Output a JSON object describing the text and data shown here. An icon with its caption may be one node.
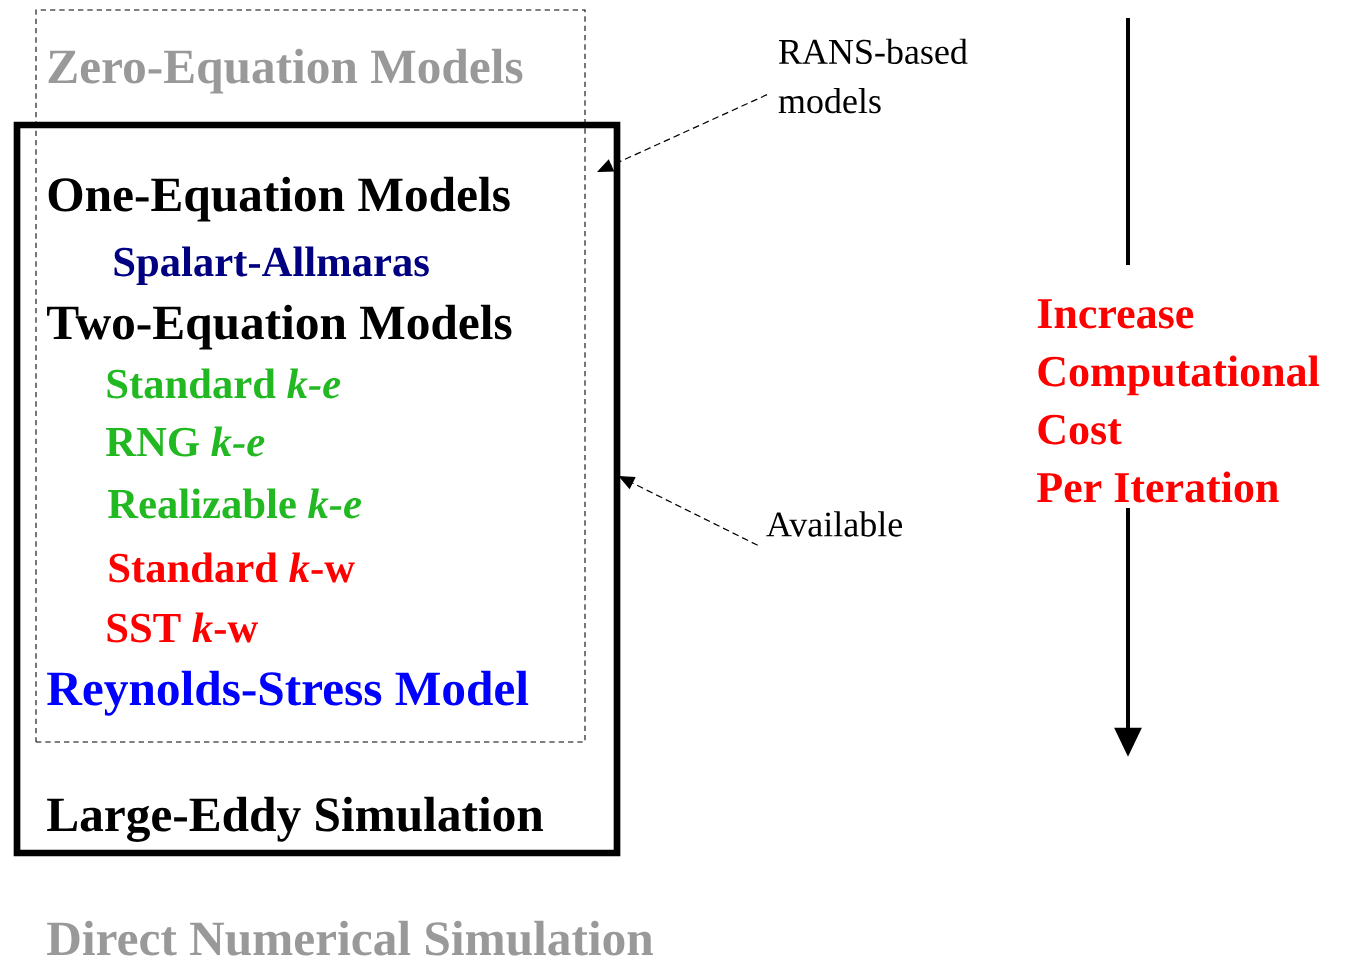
{
  "diagram": {
    "nodes": [
      {
        "text": [],
        "shape": "box"
      },
      {
        "text": [],
        "shape": "box"
      },
      {
        "text": [
          "RANS-based models"
        ]
      },
      {
        "text": [
          "Available"
        ]
      }
    ],
    "edges": [
      {
        "from": 2,
        "to": 0,
        "arrow": "to",
        "style": "dashed"
      },
      {
        "from": 3,
        "to": 1,
        "arrow": "to",
        "style": "dashed"
      }
    ],
    "labels": [
      "Zero-Equation Models",
      "One-Equation Models",
      "Spalart-Allmaras",
      "Two-Equation Models",
      "Standard *k-e*",
      "RNG *k-e*",
      "Realizable *k-e*",
      "Standard *k*-w",
      "SST *k*-w",
      "Reynolds-Stress Model",
      "Increase",
      "Computational",
      "Cost",
      "Per Iteration",
      "Large-Eddy Simulation",
      "Direct Numerical Simulation"
    ]
  }
}
